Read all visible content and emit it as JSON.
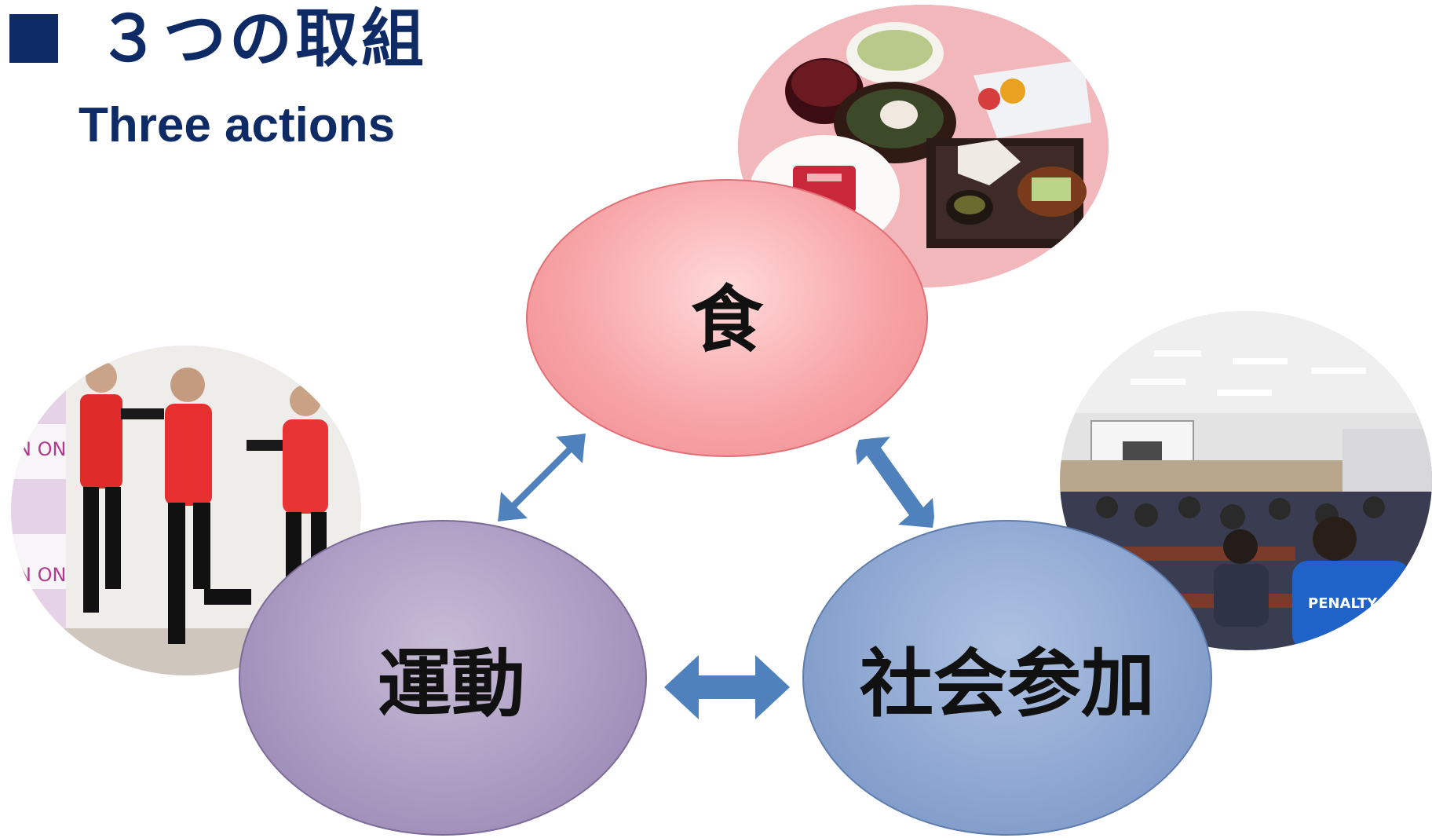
{
  "title": {
    "jp": "３つの取組",
    "en": "Three actions"
  },
  "nodes": {
    "food": "食",
    "exercise": "運動",
    "social": "社会参加"
  },
  "colors": {
    "title": "#0f2b66",
    "food": "#f7a5a8",
    "exercise": "#ab9bc2",
    "social": "#8ea7d1",
    "arrow": "#4f81bd"
  }
}
